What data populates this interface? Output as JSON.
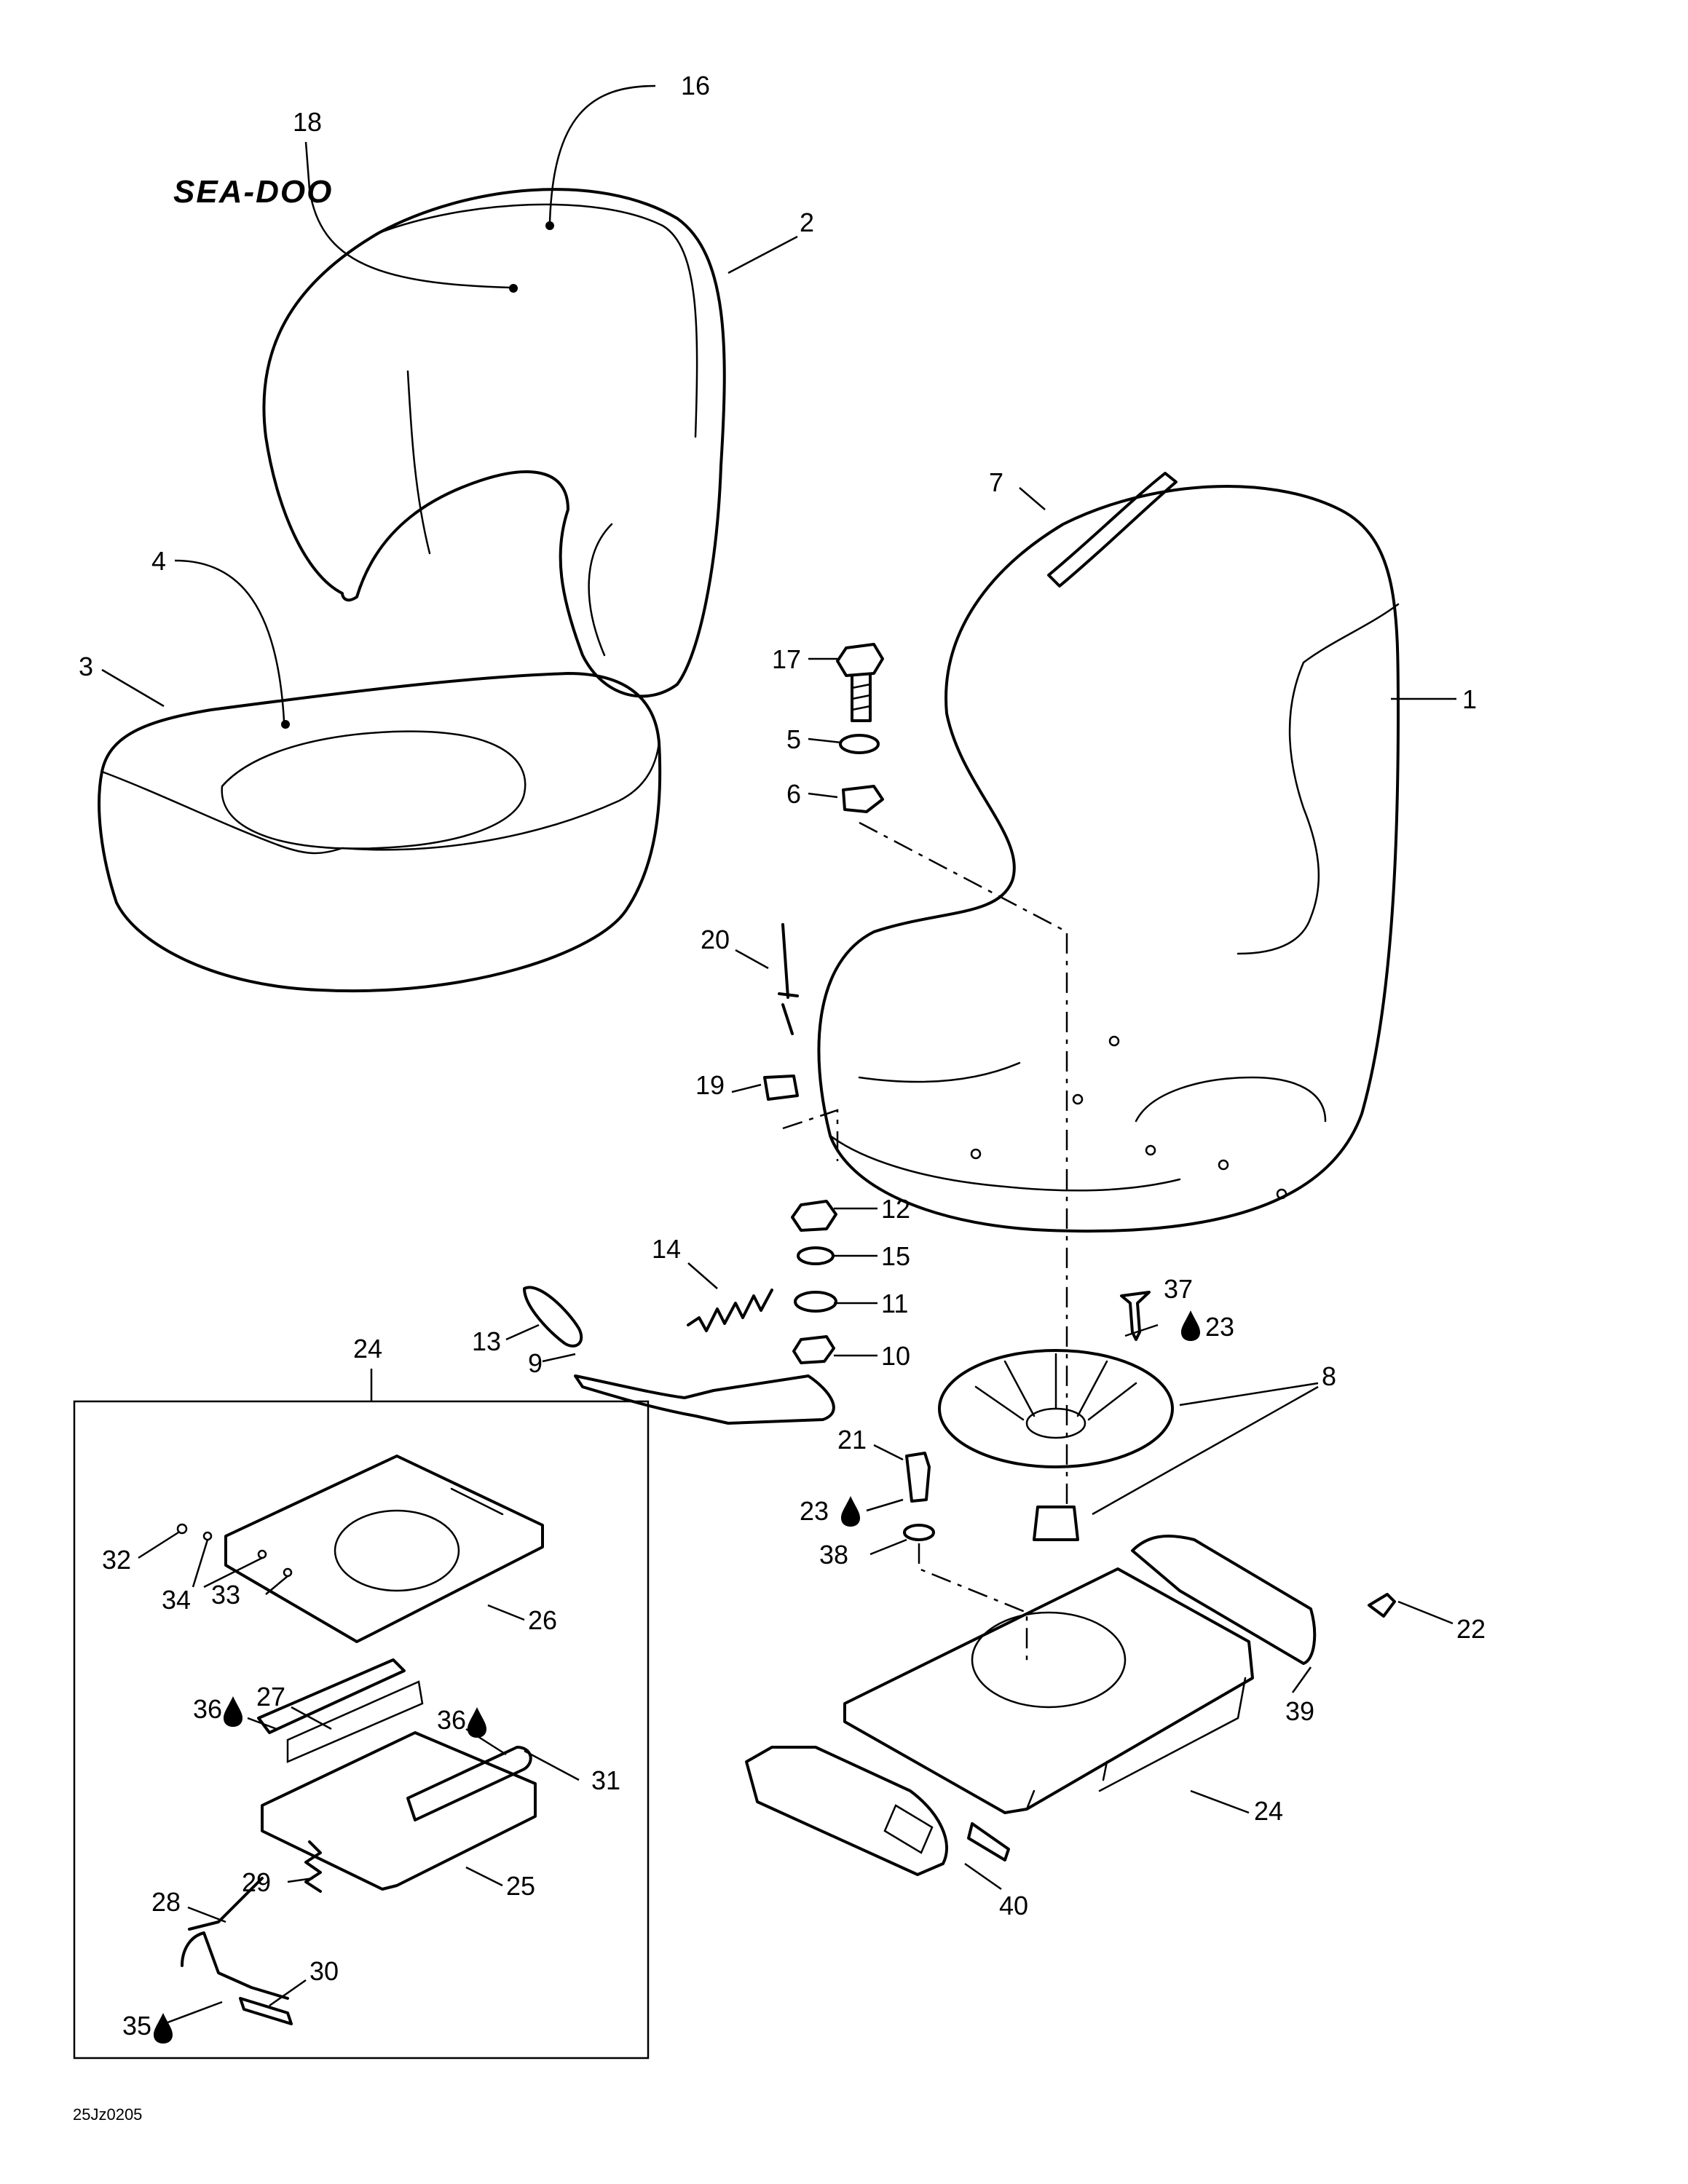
{
  "brand_logo": "SEA-DOO",
  "callouts": [
    {
      "id": "c1",
      "label": "1"
    },
    {
      "id": "c2",
      "label": "2"
    },
    {
      "id": "c3",
      "label": "3"
    },
    {
      "id": "c4",
      "label": "4"
    },
    {
      "id": "c5",
      "label": "5"
    },
    {
      "id": "c6",
      "label": "6"
    },
    {
      "id": "c7",
      "label": "7"
    },
    {
      "id": "c8",
      "label": "8"
    },
    {
      "id": "c9",
      "label": "9"
    },
    {
      "id": "c10",
      "label": "10"
    },
    {
      "id": "c11",
      "label": "11"
    },
    {
      "id": "c12",
      "label": "12"
    },
    {
      "id": "c13",
      "label": "13"
    },
    {
      "id": "c14",
      "label": "14"
    },
    {
      "id": "c15",
      "label": "15"
    },
    {
      "id": "c16",
      "label": "16"
    },
    {
      "id": "c17",
      "label": "17"
    },
    {
      "id": "c18",
      "label": "18"
    },
    {
      "id": "c19",
      "label": "19"
    },
    {
      "id": "c20",
      "label": "20"
    },
    {
      "id": "c21",
      "label": "21"
    },
    {
      "id": "c22",
      "label": "22"
    },
    {
      "id": "c23a",
      "label": "23"
    },
    {
      "id": "c23b",
      "label": "23"
    },
    {
      "id": "c24a",
      "label": "24"
    },
    {
      "id": "c24b",
      "label": "24"
    },
    {
      "id": "c25",
      "label": "25"
    },
    {
      "id": "c26",
      "label": "26"
    },
    {
      "id": "c27",
      "label": "27"
    },
    {
      "id": "c28",
      "label": "28"
    },
    {
      "id": "c29",
      "label": "29"
    },
    {
      "id": "c30",
      "label": "30"
    },
    {
      "id": "c31",
      "label": "31"
    },
    {
      "id": "c32",
      "label": "32"
    },
    {
      "id": "c33",
      "label": "33"
    },
    {
      "id": "c34",
      "label": "34"
    },
    {
      "id": "c35",
      "label": "35"
    },
    {
      "id": "c36a",
      "label": "36"
    },
    {
      "id": "c36b",
      "label": "36"
    },
    {
      "id": "c37",
      "label": "37"
    },
    {
      "id": "c38",
      "label": "38"
    },
    {
      "id": "c39",
      "label": "39"
    },
    {
      "id": "c40",
      "label": "40"
    }
  ],
  "lubricant_icon": "oil-drop-icon",
  "drawing_code": "25Jz0205"
}
